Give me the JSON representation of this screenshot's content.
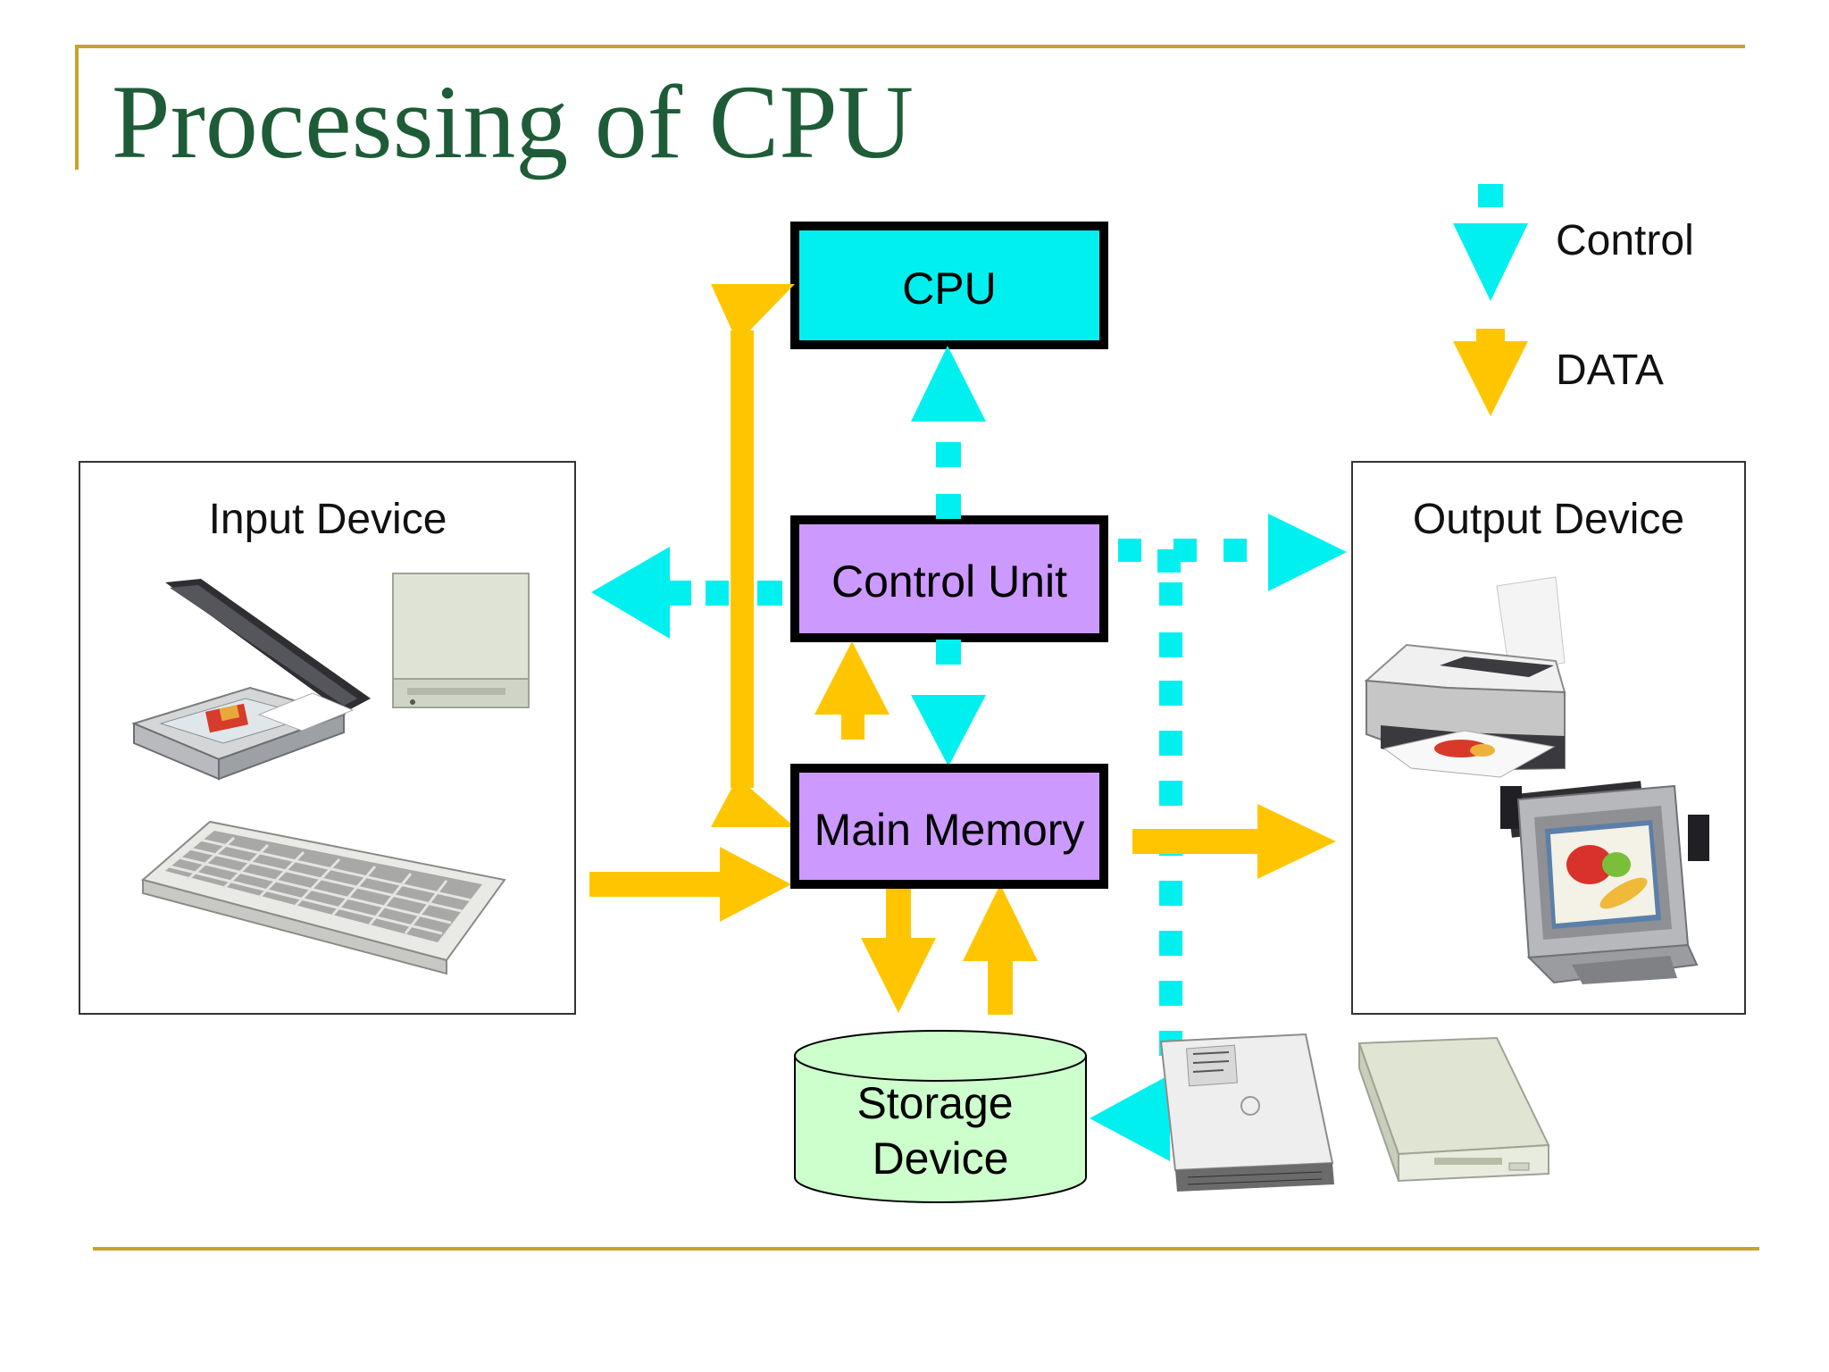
{
  "slide": {
    "title": "Processing of CPU",
    "title_color": "#1e5c38",
    "rule_color": "#c8a22b"
  },
  "legend": {
    "control_label": "Control",
    "data_label": "DATA"
  },
  "colors": {
    "control": "#00f0f0",
    "data": "#ffc600",
    "cpu_fill": "#00f0f0",
    "unit_fill": "#cc99ff",
    "storage_fill": "#ccffcc",
    "box_border": "#000000"
  },
  "nodes": {
    "cpu": "CPU",
    "control_unit": "Control Unit",
    "main_memory": "Main Memory",
    "storage_line1": "Storage",
    "storage_line2": "Device",
    "input_device": "Input Device",
    "output_device": "Output Device"
  },
  "icons": {
    "input": [
      "scanner-icon",
      "cd-drive-icon",
      "keyboard-icon"
    ],
    "output": [
      "printer-icon",
      "monitor-icon"
    ],
    "storage": [
      "hard-disk-icon",
      "floppy-drive-icon"
    ]
  }
}
